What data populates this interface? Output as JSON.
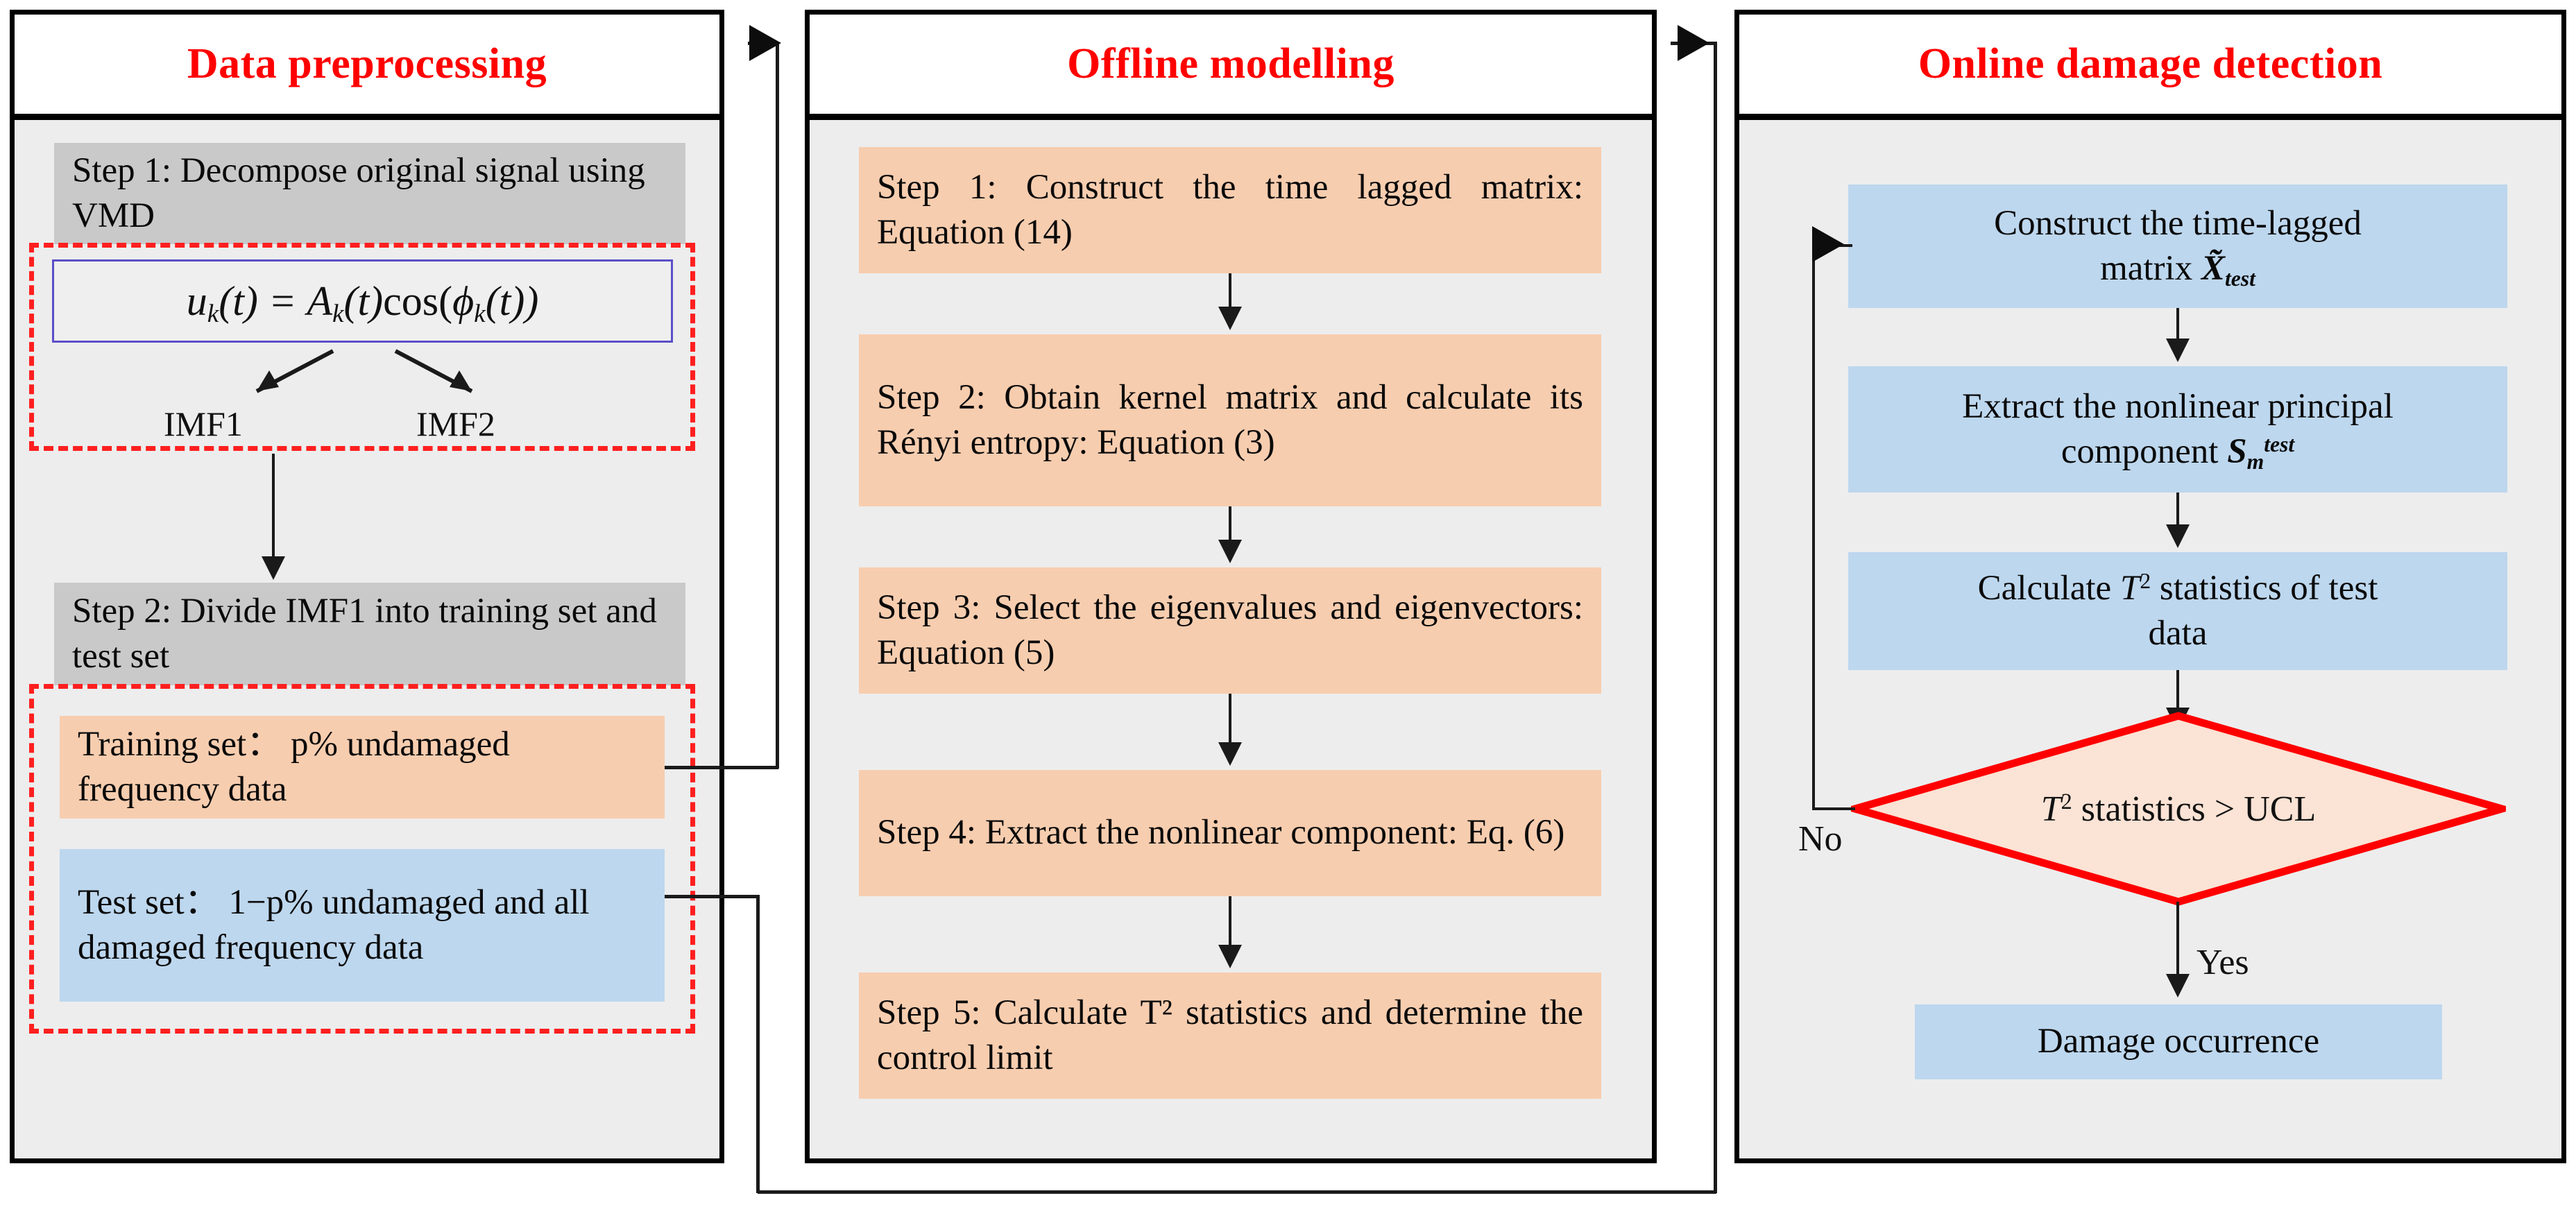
{
  "panels": [
    {
      "id": "data-preprocessing",
      "title": "Data preprocessing",
      "steps": [
        {
          "label": "Step 1: Decompose original signal using VMD",
          "style": "gray"
        },
        {
          "label": "Step 2: Divide IMF1 into training set and test set",
          "style": "gray"
        },
        {
          "label": "Training set： p% undamaged frequency data",
          "style": "peach"
        },
        {
          "label": "Test set：  1−p% undamaged and all damaged frequency data",
          "style": "blue"
        }
      ],
      "equation": "u_k(t) = A_k(t)cos(ϕ_k(t))",
      "imf_labels": [
        "IMF1",
        "IMF2"
      ]
    },
    {
      "id": "offline-modelling",
      "title": "Offline modelling",
      "steps": [
        {
          "label": "Step 1: Construct the time lagged matrix: Equation (14)",
          "style": "peach"
        },
        {
          "label": "Step 2: Obtain kernel matrix and calculate its Rényi entropy: Equation (3)",
          "style": "peach"
        },
        {
          "label": "Step 3: Select the eigenvalues and eigenvectors: Equation (5)",
          "style": "peach"
        },
        {
          "label": "Step 4: Extract the nonlinear component: Eq. (6)",
          "style": "peach"
        },
        {
          "label": "Step 5: Calculate T² statistics and determine the control limit",
          "style": "peach"
        }
      ]
    },
    {
      "id": "online-damage-detection",
      "title": "Online damage detection",
      "steps": [
        {
          "label": "Construct the time-lagged matrix X̃_test",
          "style": "blue"
        },
        {
          "label": "Extract the nonlinear principal component S_m^test",
          "style": "blue"
        },
        {
          "label": "Calculate T² statistics of test data",
          "style": "blue"
        },
        {
          "label": "Damage occurrence",
          "style": "blue"
        }
      ],
      "decision": "T² statistics > UCL",
      "branch_labels": {
        "no": "No",
        "yes": "Yes"
      }
    }
  ],
  "colors": {
    "title_red": "#ff0000",
    "gray_box": "#c9c9c9",
    "peach_box": "#f7cdaf",
    "blue_box": "#bdd7ee",
    "panel_bg": "#ededed",
    "dashed_red": "#ff1f1f",
    "equation_border": "#5b4fc8",
    "diamond_border": "#ff0000",
    "diamond_fill": "#fbe3d5"
  }
}
